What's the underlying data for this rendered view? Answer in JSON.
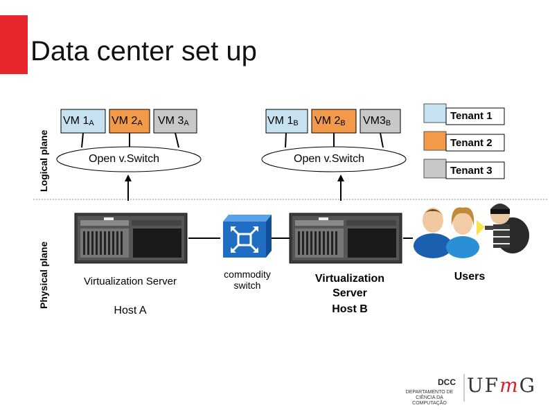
{
  "title": "Data center set up",
  "planes": {
    "logical": "Logical plane",
    "physical": "Physical plane"
  },
  "host_a": {
    "vms": [
      {
        "name": "VM 1",
        "sub": "A"
      },
      {
        "name": "VM 2",
        "sub": "A"
      },
      {
        "name": "VM 3",
        "sub": "A"
      }
    ],
    "switch": "Open v.Switch",
    "server_label": "Virtualization Server",
    "host_label": "Host A"
  },
  "host_b": {
    "vms": [
      {
        "name": "VM 1",
        "sub": "B"
      },
      {
        "name": "VM 2",
        "sub": "B"
      },
      {
        "name": "VM3",
        "sub": "B"
      }
    ],
    "switch": "Open v.Switch",
    "server_label": "Virtualization Server",
    "host_label": "Host B"
  },
  "commodity_switch": "commodity switch",
  "users": "Users",
  "tenants": [
    {
      "label": "Tenant 1",
      "color": "#c6e2f0"
    },
    {
      "label": "Tenant 2",
      "color": "#f39a4a"
    },
    {
      "label": "Tenant 3",
      "color": "#c8c8c8"
    }
  ],
  "logos": {
    "dcc": "DCC",
    "dcc_sub": "DEPARTAMENTO DE CIÊNCIA DA COMPUTAÇÃO",
    "ufmg_a": "UF",
    "ufmg_m": "m",
    "ufmg_b": "G"
  }
}
